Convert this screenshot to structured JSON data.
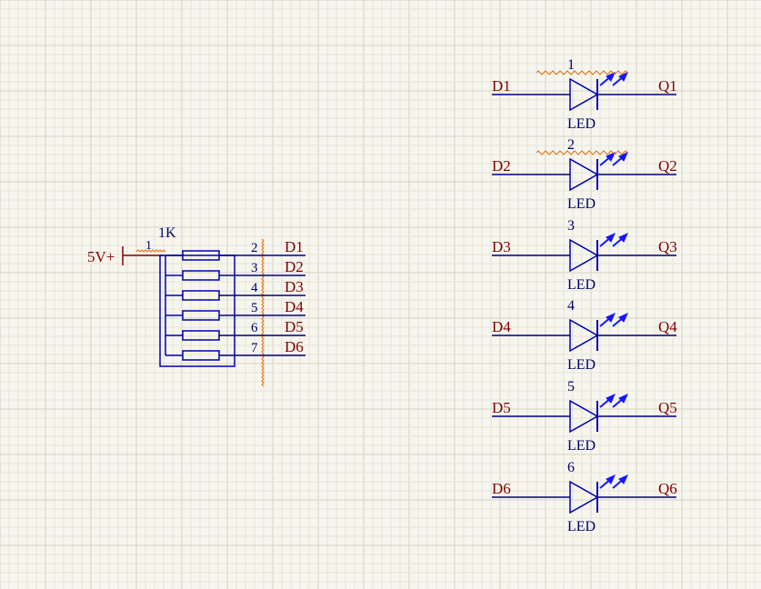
{
  "colors": {
    "background": "#f7f6ee",
    "grid_minor": "#e6e4d8",
    "grid_major": "#d6d3c4",
    "wire": "#00007a",
    "net_label": "#800000",
    "power": "#800000",
    "component_body": "#0000b0",
    "led_arrow": "#1515ff",
    "designator": "#00006a",
    "squiggle": "#e07010"
  },
  "power_port": {
    "label": "5V+"
  },
  "resistor_network": {
    "value": "1K",
    "common_pin": "1",
    "pins": [
      {
        "pin": "2",
        "net": "D1"
      },
      {
        "pin": "3",
        "net": "D2"
      },
      {
        "pin": "4",
        "net": "D3"
      },
      {
        "pin": "5",
        "net": "D4"
      },
      {
        "pin": "6",
        "net": "D5"
      },
      {
        "pin": "7",
        "net": "D6"
      }
    ]
  },
  "leds": [
    {
      "designator": "1",
      "value": "LED",
      "in_net": "D1",
      "out_net": "Q1"
    },
    {
      "designator": "2",
      "value": "LED",
      "in_net": "D2",
      "out_net": "Q2"
    },
    {
      "designator": "3",
      "value": "LED",
      "in_net": "D3",
      "out_net": "Q3"
    },
    {
      "designator": "4",
      "value": "LED",
      "in_net": "D4",
      "out_net": "Q4"
    },
    {
      "designator": "5",
      "value": "LED",
      "in_net": "D5",
      "out_net": "Q5"
    },
    {
      "designator": "6",
      "value": "LED",
      "in_net": "D6",
      "out_net": "Q6"
    }
  ]
}
